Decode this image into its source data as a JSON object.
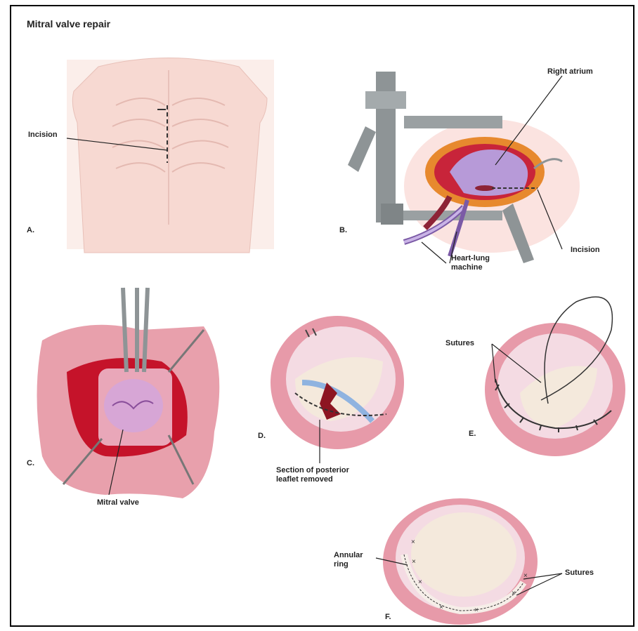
{
  "title": "Mitral valve repair",
  "panels": {
    "a": {
      "letter": "A.",
      "label_incision": "Incision"
    },
    "b": {
      "letter": "B.",
      "label_right_atrium": "Right atrium",
      "label_heart_lung_1": "Heart-lung",
      "label_heart_lung_2": "machine",
      "label_incision": "Incision"
    },
    "c": {
      "letter": "C.",
      "label_mitral_valve": "Mitral valve"
    },
    "d": {
      "letter": "D.",
      "label_section_1": "Section of posterior",
      "label_section_2": "leaflet removed"
    },
    "e": {
      "letter": "E.",
      "label_sutures": "Sutures"
    },
    "f": {
      "letter": "F.",
      "label_annular_1": "Annular",
      "label_annular_2": "ring",
      "label_sutures": "Sutures"
    }
  },
  "colors": {
    "skin": "#f7ddd6",
    "tissue": "#e8a0ac",
    "red": "#b81d2b",
    "metal": "#8e9496",
    "purple": "#b79ad8",
    "valve": "#f4e9dc"
  }
}
